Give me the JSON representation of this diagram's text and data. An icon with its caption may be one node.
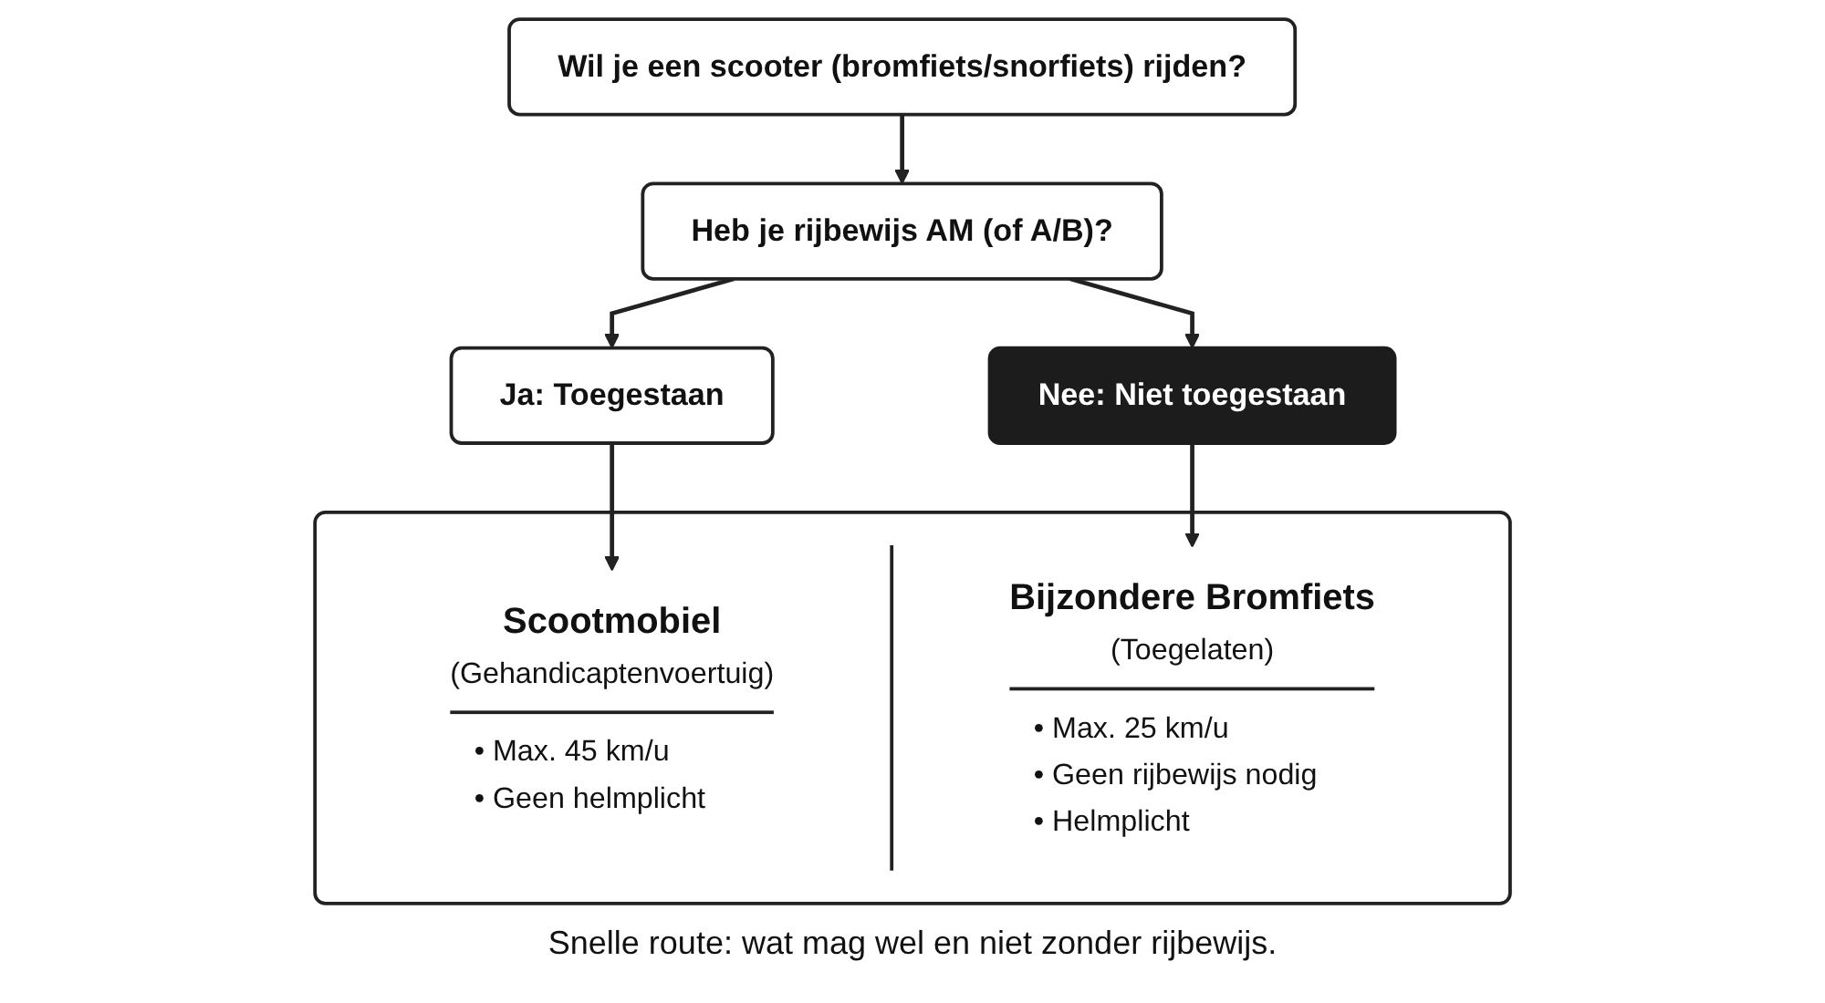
{
  "diagram": {
    "nodes": [
      {
        "text": [
          "Wil je een scooter (bromfiets/snorfiets) rijden?"
        ]
      },
      {
        "text": [
          "Heb je rijbewijs AM (of A/B)?"
        ]
      },
      {
        "text": [
          "Ja: Toegestaan"
        ]
      },
      {
        "text": [
          "Nee: Niet toegestaan"
        ]
      },
      {
        "text": [],
        "shape": "box"
      },
      {
        "text": [
          "Scootmobiel",
          "(Gehandicaptenvoertuig)",
          "• Max. 45 km/u",
          "• Geen helmplicht"
        ],
        "in": 4
      },
      {
        "text": [
          "Bijzondere Bromfiets",
          "(Toegelaten)",
          "• Max. 25 km/u",
          "• Geen rijbewijs nodig",
          "• Helmplicht"
        ],
        "in": 4
      }
    ],
    "edges": [
      {
        "from": 0,
        "to": 1,
        "arrow": "to"
      },
      {
        "from": 1,
        "to": 2,
        "arrow": "to"
      },
      {
        "from": 1,
        "to": 3,
        "arrow": "to"
      },
      {
        "from": 2,
        "to": 5,
        "arrow": "to"
      },
      {
        "from": 3,
        "to": 6,
        "arrow": "to"
      }
    ],
    "caption": "Snelle route: wat mag wel en niet zonder rijbewijs."
  }
}
